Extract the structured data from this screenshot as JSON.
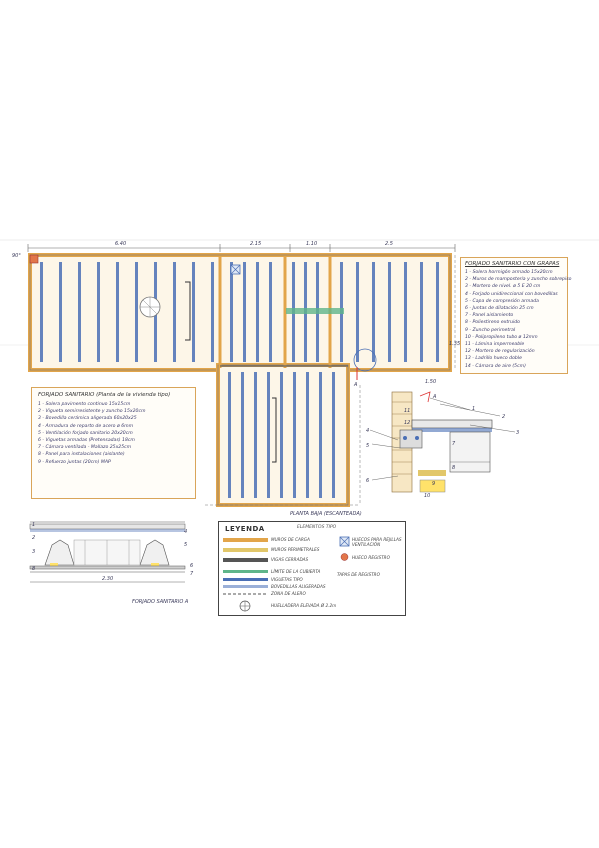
{
  "plan": {
    "corner_label": "90°",
    "dim_top": [
      "6.40",
      "2.15",
      "1.10",
      "2.5"
    ],
    "dim_right": [
      "1.35"
    ],
    "bottom_dim": "1.50",
    "caption": "PLANTA BAJA (ESCANTEADA)"
  },
  "notes_right": {
    "title": "FORJADO SANITARIO CON GRAPAS",
    "lines": [
      "1 - Solera hormigón armado 15x20cm",
      "2 - Muros de mampostería y zuncho sobrepiso",
      "3 - Mortero de nivel. ø 5 E 20 cm",
      "4 - Forjado unidireccional con bovedillas",
      "5 - Capa de compresión armada",
      "6 - Juntas de dilatación 25 cm",
      "7 - Panel aislamiento",
      "8 - Poliestireno extruido",
      "9 - Zuncho perimetral",
      "10 - Polipropileno tubo ø 12mm",
      "11 - Lámina impermeable",
      "12 - Mortero de regularización",
      "13 - Ladrillo hueco doble",
      "14 - Cámara de aire (5cm)"
    ]
  },
  "notes_left": {
    "title": "FORJADO SANITARIO (Planta de la vivienda tipo)",
    "lines": [
      "1 - Solera pavimento continuo 15x15cm",
      "2 - Vigueta semirresistente y zuncho 15x20cm",
      "3 - Bovedilla cerámica aligerada 60x20x25",
      "4 - Armadura de reparto de acero ø 6mm",
      "5 - Ventilación forjado sanitario 20x20cm",
      "6 - Viguetas armadas (Pretensadas) 18cm",
      "7 - Cámara ventilada - Mallazo 25x25cm",
      "8 - Panel para instalaciones (aislante)",
      "9 - Refuerzo juntas (20cm) MAP"
    ]
  },
  "section_a": {
    "caption": "FORJADO SANITARIO A",
    "dim_label": "2.30",
    "numbers": [
      "1",
      "2",
      "3",
      "4",
      "5",
      "6",
      "7",
      "8"
    ]
  },
  "detail": {
    "label": "A",
    "numbers": [
      "1",
      "2",
      "3",
      "4",
      "5",
      "6",
      "7",
      "8",
      "9",
      "10",
      "11",
      "12"
    ]
  },
  "legend": {
    "title": "LEYENDA",
    "subtitle": "ELEMENTOS TIPO",
    "rows": [
      "MUROS DE CARGA",
      "MUROS PERIMETRALES",
      "VIGAS CERRADAS",
      "LÍMITE DE LA CUBIERTA",
      "VIGUETAS TIPO",
      "BOVEDILLAS ALIGERADAS",
      "ZONA DE ALERO",
      "HUELLADERA ELEVADA Ø 2.2m"
    ],
    "right_rows": [
      "HUECOS PARA REJILLAS VENTILACIÓN",
      "HUECO REGISTRO",
      "TAPAS DE REGISTRO"
    ]
  },
  "colors": {
    "beam_blue": "#4a6fb5",
    "wall_orange": "#e2a54a",
    "accent_green": "#5fb58a",
    "frame_line": "#555555"
  }
}
